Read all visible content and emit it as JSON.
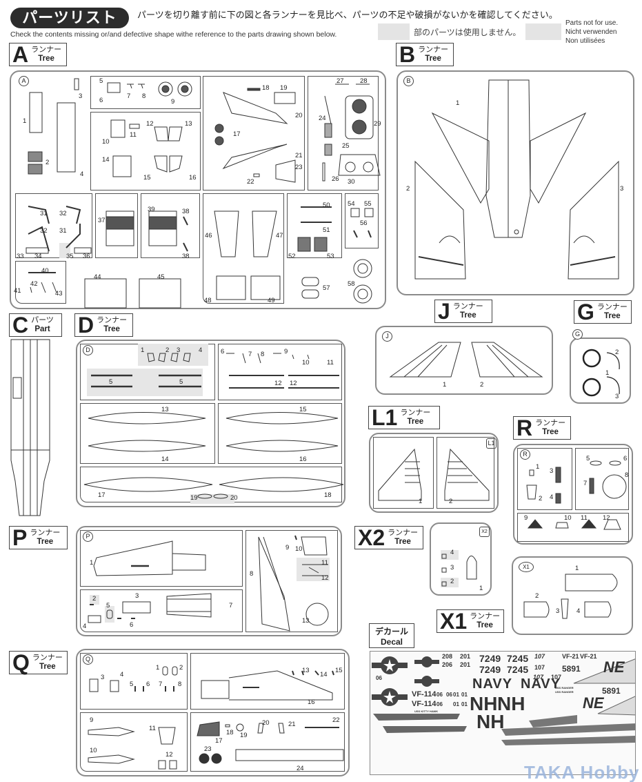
{
  "header": {
    "title_jp": "パーツリスト",
    "instruction_jp": "パーツを切り離す前に下の図と各ランナーを見比べ、パーツの不足や破損がないかを確認してください。",
    "instruction_en": "Check the contents missing or/and defective shape withe reference to the parts drawing shown below.",
    "legend_jp": "部のパーツは使用しません。",
    "legend_en": "Parts not for use.",
    "legend_de": "Nicht verwenden",
    "legend_fr": "Non utilisées"
  },
  "labels": {
    "runner_jp": "ランナー",
    "runner_en": "Tree",
    "part_jp": "パーツ",
    "part_en": "Part",
    "decal_jp": "デカール",
    "decal_en": "Decal"
  },
  "runners": {
    "A": {
      "letter": "A",
      "id": "A",
      "parts": [
        "1",
        "2",
        "3",
        "4",
        "5",
        "6",
        "7",
        "8",
        "9",
        "10",
        "11",
        "12",
        "13",
        "14",
        "15",
        "16",
        "17",
        "18",
        "19",
        "20",
        "21",
        "22",
        "23",
        "24",
        "25",
        "26",
        "27",
        "28",
        "29",
        "30",
        "31",
        "32",
        "32",
        "31",
        "33",
        "34",
        "35",
        "36",
        "37",
        "38",
        "39",
        "38",
        "40",
        "41",
        "42",
        "43",
        "44",
        "45",
        "46",
        "47",
        "48",
        "49",
        "50",
        "51",
        "52",
        "53",
        "54",
        "55",
        "56",
        "57",
        "58"
      ]
    },
    "B": {
      "letter": "B",
      "id": "B",
      "parts": [
        "1",
        "2",
        "3"
      ]
    },
    "C": {
      "letter": "C"
    },
    "D": {
      "letter": "D",
      "id": "D",
      "parts": [
        "1",
        "2",
        "3",
        "4",
        "5",
        "5",
        "6",
        "7",
        "8",
        "9",
        "10",
        "11",
        "12",
        "12",
        "13",
        "14",
        "15",
        "16",
        "17",
        "18",
        "19",
        "20"
      ]
    },
    "J": {
      "letter": "J",
      "id": "J",
      "parts": [
        "1",
        "2"
      ]
    },
    "G": {
      "letter": "G",
      "id": "G",
      "parts": [
        "1",
        "2",
        "3"
      ]
    },
    "L1": {
      "letter": "L1",
      "id": "L1",
      "parts": [
        "1",
        "2"
      ]
    },
    "R": {
      "letter": "R",
      "id": "R",
      "parts": [
        "1",
        "2",
        "3",
        "4",
        "5",
        "6",
        "7",
        "8",
        "9",
        "10",
        "11",
        "12"
      ]
    },
    "P": {
      "letter": "P",
      "id": "P",
      "parts": [
        "1",
        "2",
        "3",
        "4",
        "5",
        "6",
        "7",
        "8",
        "9",
        "10",
        "11",
        "12",
        "13"
      ]
    },
    "X2": {
      "letter": "X2",
      "id": "X2",
      "parts": [
        "1",
        "2",
        "3",
        "4"
      ]
    },
    "X1": {
      "letter": "X1",
      "id": "X1",
      "parts": [
        "1",
        "2",
        "3",
        "4"
      ]
    },
    "Q": {
      "letter": "Q",
      "id": "Q",
      "parts": [
        "1",
        "2",
        "3",
        "4",
        "5",
        "6",
        "7",
        "8",
        "9",
        "10",
        "11",
        "12",
        "13",
        "14",
        "15",
        "16",
        "17",
        "18",
        "19",
        "20",
        "21",
        "22",
        "23",
        "24"
      ]
    }
  },
  "decal": {
    "codes": [
      "208",
      "201",
      "206",
      "201",
      "7249",
      "7245",
      "7249",
      "7245",
      "107",
      "107",
      "107",
      "107",
      "VF-21",
      "VF-21",
      "5891",
      "5891",
      "NAVY",
      "NAVY",
      "NH",
      "NH",
      "NH",
      "VF-114",
      "VF-114",
      "06",
      "06",
      "06",
      "06",
      "01",
      "01",
      "01",
      "01",
      "NE",
      "NE",
      "USS RANGER",
      "USS RANGER",
      "USS KITTY HAWK"
    ]
  },
  "watermark": "TAKA Hobby"
}
